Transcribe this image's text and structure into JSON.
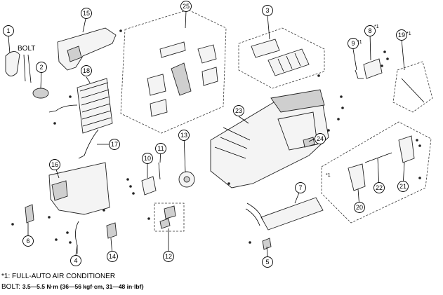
{
  "diagram": {
    "bolt_label": "BOLT",
    "asterisk_label": "*1",
    "callouts": [
      {
        "id": "c1",
        "label": "1"
      },
      {
        "id": "c2",
        "label": "2"
      },
      {
        "id": "c3",
        "label": "3"
      },
      {
        "id": "c4",
        "label": "4"
      },
      {
        "id": "c5",
        "label": "5"
      },
      {
        "id": "c6",
        "label": "6"
      },
      {
        "id": "c7",
        "label": "7"
      },
      {
        "id": "c8",
        "label": "8"
      },
      {
        "id": "c9",
        "label": "9"
      },
      {
        "id": "c10",
        "label": "10"
      },
      {
        "id": "c11",
        "label": "11"
      },
      {
        "id": "c12",
        "label": "12"
      },
      {
        "id": "c13",
        "label": "13"
      },
      {
        "id": "c14",
        "label": "14"
      },
      {
        "id": "c15",
        "label": "15"
      },
      {
        "id": "c16",
        "label": "16"
      },
      {
        "id": "c17",
        "label": "17"
      },
      {
        "id": "c18",
        "label": "18"
      },
      {
        "id": "c19",
        "label": "19"
      },
      {
        "id": "c20",
        "label": "20"
      },
      {
        "id": "c21",
        "label": "21"
      },
      {
        "id": "c22",
        "label": "22"
      },
      {
        "id": "c23",
        "label": "23"
      },
      {
        "id": "c24",
        "label": "24"
      },
      {
        "id": "c25",
        "label": "25"
      }
    ]
  },
  "notes": {
    "full_auto": "*1: FULL-AUTO AIR CONDITIONER",
    "bolt_prefix": "BOLT: ",
    "bolt_torque": "3.5—5.5 N·m {36—56 kgf·cm, 31—48 in·lbf}"
  }
}
